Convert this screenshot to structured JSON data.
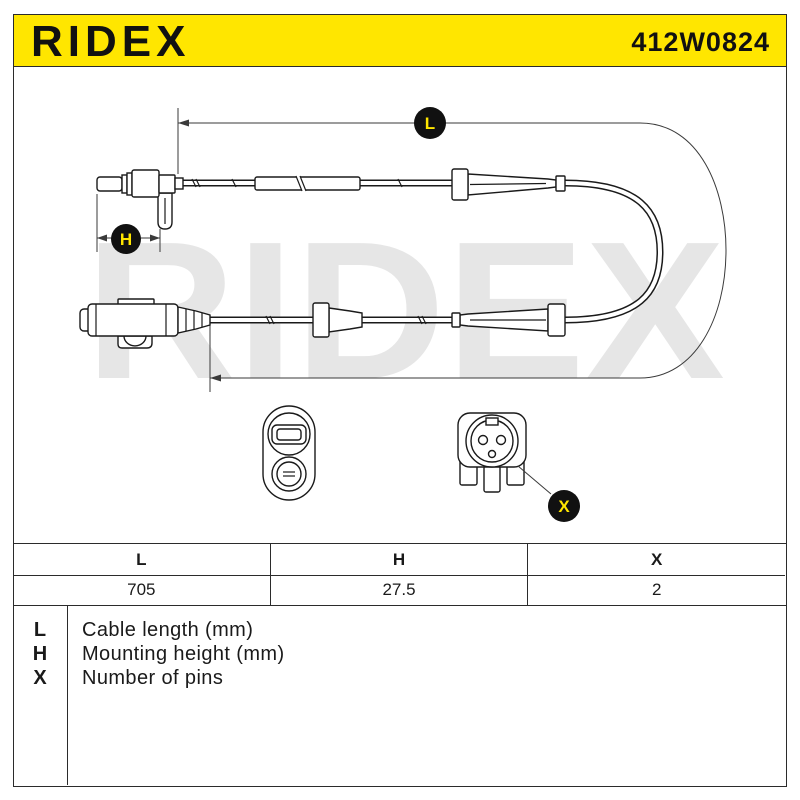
{
  "header": {
    "brand": "RIDEX",
    "part_number": "412W0824"
  },
  "watermark": "RIDEX",
  "diagram": {
    "badges": [
      "L",
      "H",
      "X"
    ]
  },
  "table": {
    "headers": [
      "L",
      "H",
      "X"
    ],
    "values": [
      "705",
      "27.5",
      "2"
    ]
  },
  "legend": [
    {
      "key": "L",
      "description": "Cable length (mm)"
    },
    {
      "key": "H",
      "description": "Mounting height (mm)"
    },
    {
      "key": "X",
      "description": "Number of pins"
    }
  ],
  "colors": {
    "accent": "#FFE600",
    "ink": "#1a1a1a",
    "watermark": "#e6e6e6",
    "badge": "#111111"
  }
}
